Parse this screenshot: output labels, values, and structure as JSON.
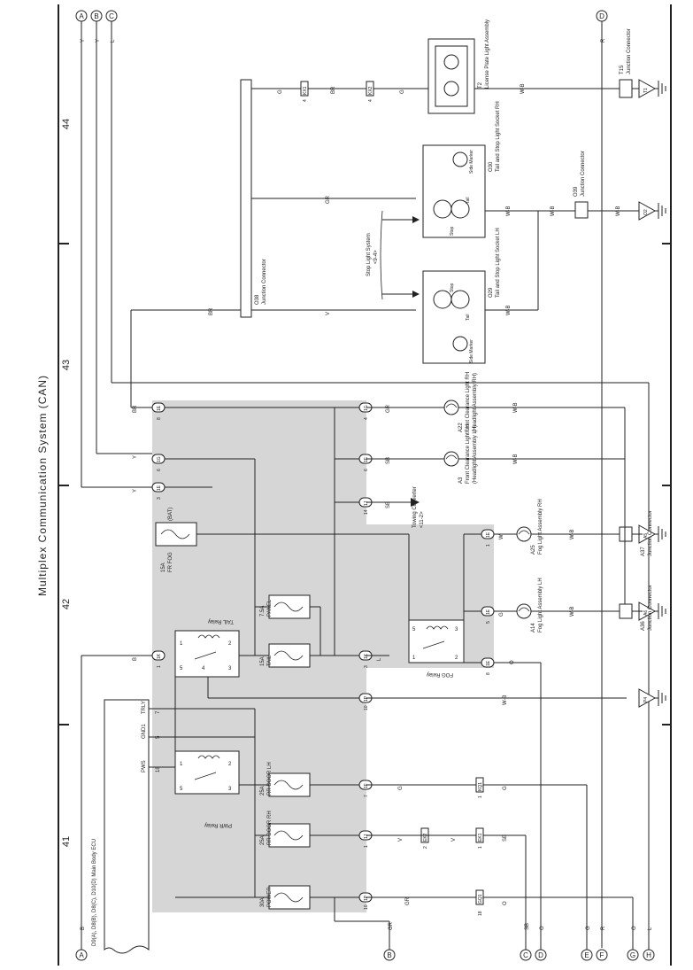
{
  "page": {
    "title": "Multiplex Communication System (CAN)",
    "sections": [
      "41",
      "42",
      "43",
      "44"
    ]
  },
  "terminals": {
    "top": [
      "A",
      "B",
      "C",
      "D"
    ],
    "bottom": [
      "A",
      "B",
      "C",
      "D",
      "E",
      "F",
      "G",
      "H"
    ]
  },
  "ecu": {
    "name": "D9(A), D8(B), D8(C), D10(D)\nMain Body ECU",
    "pins": [
      {
        "num": "18",
        "label": "PWS"
      },
      {
        "num": "5",
        "label": "GND1"
      },
      {
        "num": "7",
        "label": "TRLY"
      }
    ]
  },
  "relays": [
    {
      "name": "PWR Relay",
      "pins": [
        "1",
        "2",
        "3",
        "5"
      ]
    },
    {
      "name": "TAIL Relay",
      "pins": [
        "1",
        "2",
        "3",
        "4",
        "5"
      ]
    },
    {
      "name": "FOG Relay",
      "pins": [
        "1",
        "2",
        "3",
        "5"
      ]
    }
  ],
  "fuses": [
    {
      "rating": "30A",
      "name": "POWER"
    },
    {
      "rating": "25A",
      "name": "RR DOOR RH"
    },
    {
      "rating": "25A",
      "name": "RR DOOR LH"
    },
    {
      "rating": "15A",
      "name": "TAIL"
    },
    {
      "rating": "7.5A",
      "name": "PANEL"
    },
    {
      "rating": "15A",
      "name": "FR FOG"
    }
  ],
  "fuse_source": "(BAT)",
  "connectors": [
    {
      "code": "1P",
      "pin": "10"
    },
    {
      "code": "1B",
      "pin": "7"
    },
    {
      "code": "1J",
      "pin": "1"
    },
    {
      "code": "1F",
      "pin": "7"
    },
    {
      "code": "1P",
      "pin": "10"
    },
    {
      "code": "1K",
      "pin": "3"
    },
    {
      "code": "1K",
      "pin": "1"
    },
    {
      "code": "1E",
      "pin": "8"
    },
    {
      "code": "1E",
      "pin": "5"
    },
    {
      "code": "1E",
      "pin": "1"
    },
    {
      "code": "1J",
      "pin": "14"
    },
    {
      "code": "1G",
      "pin": "6"
    },
    {
      "code": "1G",
      "pin": "4"
    },
    {
      "code": "1E",
      "pin": "3"
    },
    {
      "code": "1E",
      "pin": "6"
    },
    {
      "code": "1E",
      "pin": "8"
    }
  ],
  "inline_connectors": [
    {
      "code": "GQ1",
      "pin": "18"
    },
    {
      "code": "EK1",
      "pin": "1"
    },
    {
      "code": "EK2",
      "pin": "2"
    },
    {
      "code": "KQ1",
      "pin": "1"
    },
    {
      "code": "KX1",
      "pin": "4"
    },
    {
      "code": "KX2",
      "pin": "4"
    }
  ],
  "wire_colors": [
    "GR",
    "SB",
    "V",
    "G",
    "O",
    "B",
    "W-B",
    "L",
    "Y",
    "BR",
    "R",
    "W"
  ],
  "components": {
    "towing": {
      "name": "Towing Converter",
      "note": "<11-2>"
    },
    "a3": {
      "code": "A3",
      "name": "Front Clearance Light LH",
      "sub": "(Headlight Assembly LH)"
    },
    "a22": {
      "code": "A22",
      "name": "Front Clearance Light RH",
      "sub": "(Headlight Assembly RH)"
    },
    "a14": {
      "code": "A14",
      "name": "Fog Light Assembly LH"
    },
    "a25": {
      "code": "A25",
      "name": "Fog Light Assembly RH"
    },
    "a36": {
      "code": "A36",
      "name": "Junction Connector"
    },
    "a37": {
      "code": "A37",
      "name": "Junction Connector"
    },
    "o29": {
      "code": "O29",
      "name": "Tail and Stop Light Socket LH",
      "tail": "Tail",
      "stop": "Stop",
      "side": "Side Marker"
    },
    "o30": {
      "code": "O30",
      "name": "Tail and Stop Light Socket RH",
      "tail": "Tail",
      "stop": "Stop",
      "side": "Side Marker"
    },
    "o38": {
      "code": "O38",
      "name": "Junction Connector"
    },
    "o39": {
      "code": "O39",
      "name": "Junction Connector"
    },
    "t2": {
      "code": "T2",
      "name": "License Plate Light Assembly"
    },
    "t15": {
      "code": "T15",
      "name": "Junction Connector"
    },
    "stop_ref": {
      "name": "Stop Light System",
      "note": "<9-4>"
    }
  },
  "grounds": [
    "P4",
    "A6",
    "A5",
    "O2",
    "T1"
  ]
}
